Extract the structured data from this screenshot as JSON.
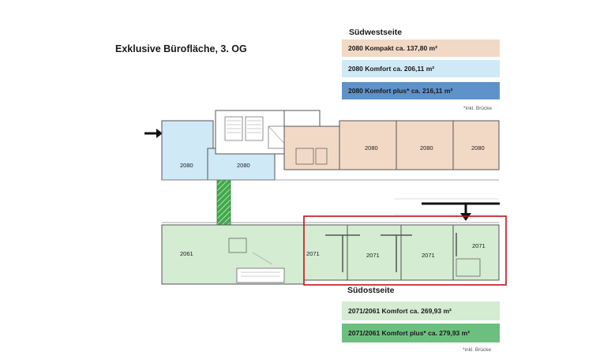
{
  "title": "Exklusive Bürofläche, 3. OG",
  "southwest": {
    "heading": "Südwestseite",
    "options": [
      {
        "label": "2080 Kompakt ca. 137,80 m²",
        "color": "#f2d9c6"
      },
      {
        "label": "2080 Komfort ca. 206,11 m²",
        "color": "#cfe9f6"
      },
      {
        "label": "2080 Komfort plus* ca. 216,11 m²",
        "color": "#5e92c8"
      }
    ],
    "footnote": "*inkl. Brücke"
  },
  "southeast": {
    "heading": "Südostseite",
    "options": [
      {
        "label": "2071/2061 Komfort ca. 269,93 m²",
        "color": "#d4ecd2"
      },
      {
        "label": "2071/2061 Komfort plus* ca. 279,93 m²",
        "color": "#6cc07f"
      }
    ],
    "footnote": "*inkl. Brücke"
  },
  "rooms": {
    "r2080_blue_left": "2080",
    "r2080_blue_right": "2080",
    "r2080_a": "2080",
    "r2080_b": "2080",
    "r2080_c": "2080",
    "r2061": "2061",
    "r2071_a": "2071",
    "r2071_b": "2071",
    "r2071_c": "2071",
    "r2071_d": "2071"
  },
  "colors": {
    "north_blue": "#cfe9f6",
    "north_peach": "#f2d9c6",
    "south_green": "#d4ecd2",
    "bridge_green": "#3faa4a",
    "highlight": "#c0121a"
  }
}
